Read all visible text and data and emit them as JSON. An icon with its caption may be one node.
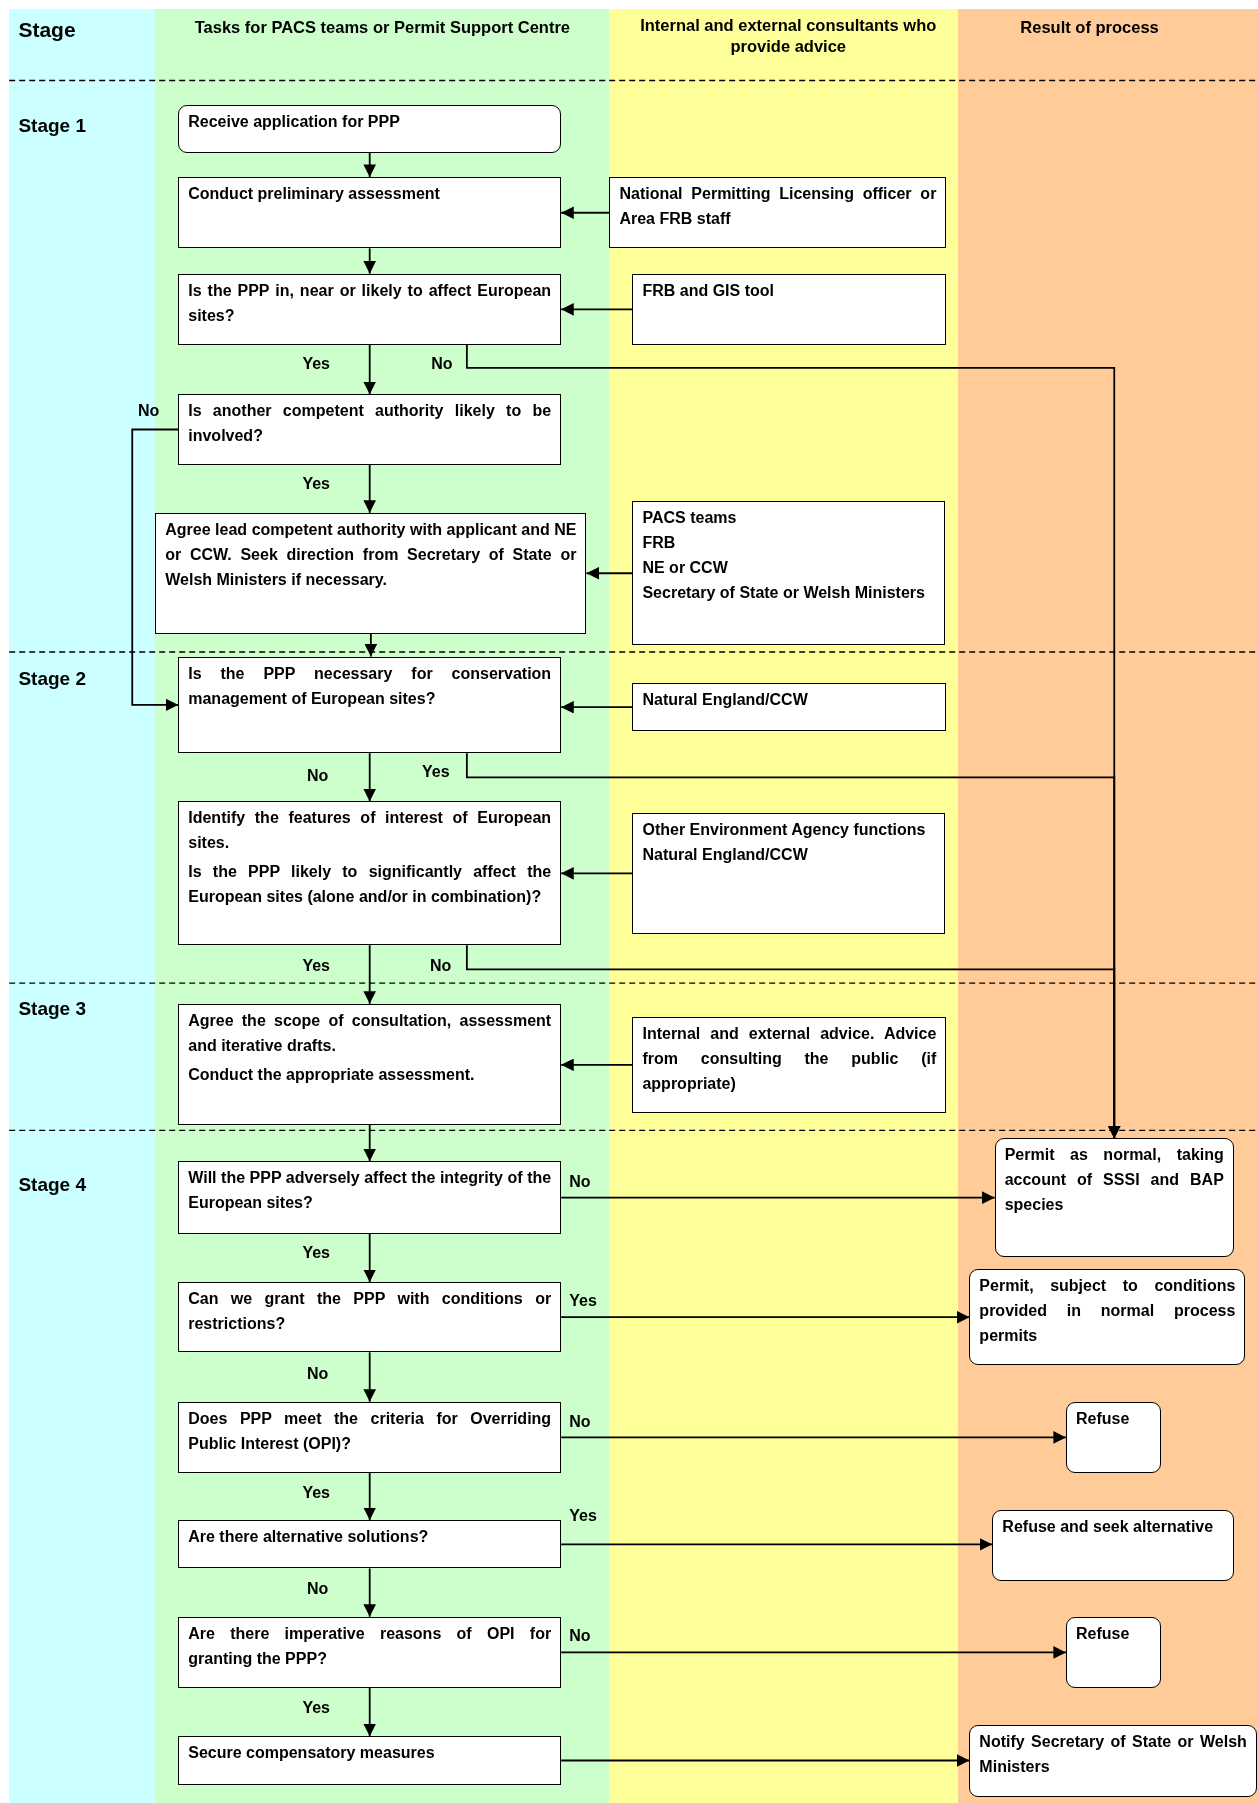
{
  "diagram": {
    "nodes": [
      {
        "text": [
          "Receive application for PPP"
        ]
      },
      {
        "text": [
          "Conduct preliminary assessment"
        ]
      },
      {
        "text": [
          "National Permitting Licensing officer or Area FRB staff"
        ]
      },
      {
        "text": [
          "Is the PPP in, near or likely to affect European sites?"
        ]
      },
      {
        "text": [
          "FRB and GIS tool"
        ]
      },
      {
        "text": [
          "Is another competent authority likely to be involved?"
        ]
      },
      {
        "text": [
          "Agree lead competent authority with applicant and NE or CCW. Seek direction from Secretary of State or Welsh Ministers if necessary."
        ]
      },
      {
        "text": [
          "PACS teams",
          "FRB",
          "NE or CCW",
          "Secretary of State or Welsh Ministers"
        ]
      },
      {
        "text": [
          "Is the PPP necessary for conservation management of European sites?"
        ]
      },
      {
        "text": [
          "Natural England/CCW"
        ]
      },
      {
        "text": [
          "Identify the features of interest of European sites.",
          "Is the PPP likely to significantly affect the European sites (alone and/or in combination)?"
        ]
      },
      {
        "text": [
          "Other Environment Agency functions",
          "Natural England/CCW"
        ]
      },
      {
        "text": [
          "Agree the scope of consultation, assessment and iterative drafts.",
          "Conduct the appropriate assessment."
        ]
      },
      {
        "text": [
          "Internal and external advice. Advice from consulting the public (if appropriate)"
        ]
      },
      {
        "text": [
          "Will the PPP adversely affect the integrity of the European sites?"
        ]
      },
      {
        "text": [
          "Permit as normal, taking account of SSSI and BAP species"
        ]
      },
      {
        "text": [
          "Can we grant the PPP with conditions or restrictions?"
        ]
      },
      {
        "text": [
          "Permit, subject to conditions provided in normal process permits"
        ]
      },
      {
        "text": [
          "Does PPP meet the criteria for Overriding Public Interest (OPI)?"
        ]
      },
      {
        "text": [
          "Refuse"
        ]
      },
      {
        "text": [
          "Are there alternative solutions?"
        ]
      },
      {
        "text": [
          "Refuse and seek alternative"
        ]
      },
      {
        "text": [
          "Are there imperative reasons of OPI for granting the PPP?"
        ]
      },
      {
        "text": [
          "Refuse"
        ]
      },
      {
        "text": [
          "Secure compensatory measures"
        ]
      },
      {
        "text": [
          "Notify Secretary of State or Welsh Ministers"
        ]
      }
    ],
    "edges": [
      {
        "from": 0,
        "to": 1,
        "arrow": "to"
      },
      {
        "from": 2,
        "to": 1,
        "arrow": "to"
      },
      {
        "from": 1,
        "to": 3,
        "arrow": "to"
      },
      {
        "from": 4,
        "to": 3,
        "arrow": "to"
      },
      {
        "from": 3,
        "to": 5,
        "arrow": "to",
        "label": "Yes"
      },
      {
        "from": 3,
        "to": 15,
        "arrow": "to",
        "label": "No"
      },
      {
        "from": 5,
        "to": 8,
        "arrow": "to",
        "label": "No"
      },
      {
        "from": 5,
        "to": 6,
        "arrow": "to",
        "label": "Yes"
      },
      {
        "from": 7,
        "to": 6,
        "arrow": "to"
      },
      {
        "from": 6,
        "to": 8,
        "arrow": "to"
      },
      {
        "from": 9,
        "to": 8,
        "arrow": "to"
      },
      {
        "from": 8,
        "to": 10,
        "arrow": "to",
        "label": "No"
      },
      {
        "from": 8,
        "to": 15,
        "arrow": "to",
        "label": "Yes"
      },
      {
        "from": 11,
        "to": 10,
        "arrow": "to"
      },
      {
        "from": 10,
        "to": 12,
        "arrow": "to",
        "label": "Yes"
      },
      {
        "from": 10,
        "to": 15,
        "arrow": "to",
        "label": "No"
      },
      {
        "from": 13,
        "to": 12,
        "arrow": "to"
      },
      {
        "from": 12,
        "to": 14,
        "arrow": "to"
      },
      {
        "from": 14,
        "to": 15,
        "arrow": "to",
        "label": "No"
      },
      {
        "from": 14,
        "to": 16,
        "arrow": "to",
        "label": "Yes"
      },
      {
        "from": 16,
        "to": 17,
        "arrow": "to",
        "label": "Yes"
      },
      {
        "from": 16,
        "to": 18,
        "arrow": "to",
        "label": "No"
      },
      {
        "from": 18,
        "to": 19,
        "arrow": "to",
        "label": "No"
      },
      {
        "from": 18,
        "to": 20,
        "arrow": "to",
        "label": "Yes"
      },
      {
        "from": 20,
        "to": 21,
        "arrow": "to",
        "label": "Yes"
      },
      {
        "from": 20,
        "to": 22,
        "arrow": "to",
        "label": "No"
      },
      {
        "from": 22,
        "to": 23,
        "arrow": "to",
        "label": "No"
      },
      {
        "from": 22,
        "to": 24,
        "arrow": "to",
        "label": "Yes"
      },
      {
        "from": 24,
        "to": 25,
        "arrow": "to"
      }
    ],
    "labels": [
      "Stage",
      "Tasks for PACS teams or Permit Support Centre",
      "Internal and external consultants who provide advice",
      "Result of process",
      "Stage 1",
      "Stage 2",
      "Stage 3",
      "Stage 4"
    ]
  }
}
